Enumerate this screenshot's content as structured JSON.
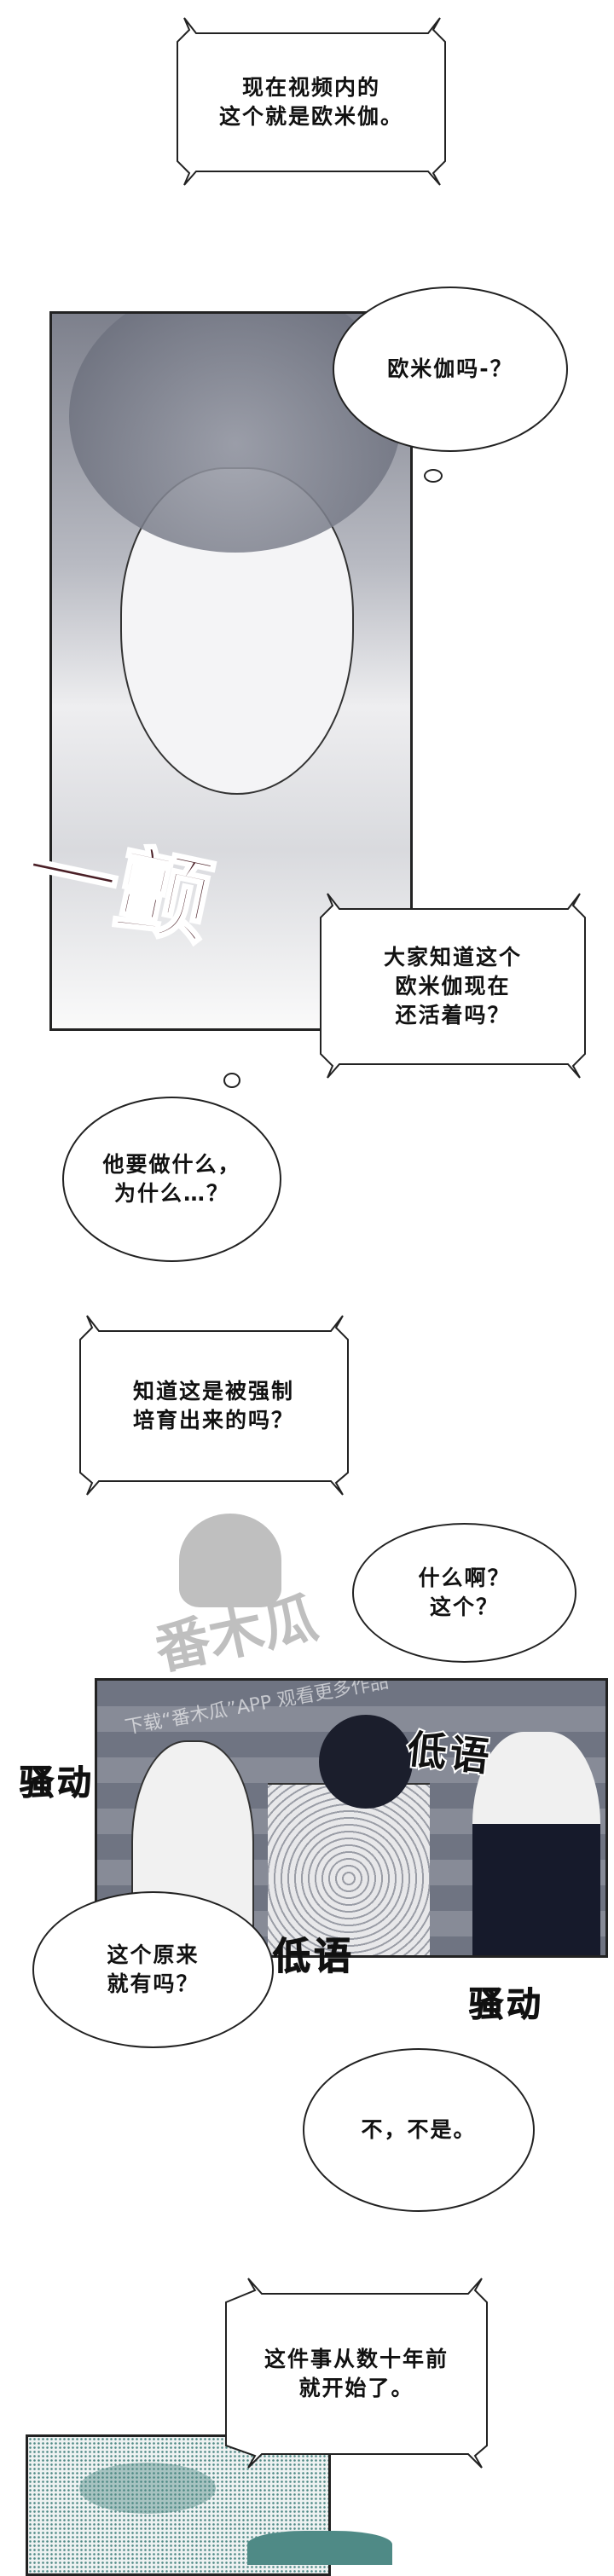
{
  "captions": [
    {
      "lines": [
        "现在视频内的",
        "这个就是欧米伽。"
      ]
    },
    {
      "lines": [
        "大家知道这个",
        "欧米伽现在",
        "还活着吗？"
      ]
    },
    {
      "lines": [
        "知道这是被强制",
        "培育出来的吗？"
      ]
    },
    {
      "lines": [
        "这件事从数十年前",
        "就开始了。"
      ]
    }
  ],
  "bubbles": [
    {
      "lines": [
        "欧米伽吗-？"
      ]
    },
    {
      "lines": [
        "他要做什么，",
        "为什么…？"
      ]
    },
    {
      "lines": [
        "什么啊？",
        "这个？"
      ]
    },
    {
      "lines": [
        "这个原来",
        "就有吗？"
      ]
    },
    {
      "lines": [
        "不，不是。"
      ]
    }
  ],
  "sfx": {
    "shudder": "一颤",
    "commotion": "骚动",
    "whisper": "低语"
  },
  "watermark": {
    "text": "番木瓜",
    "subtext": "下载“番木瓜”APP 观看更多作品"
  },
  "colors": {
    "sfx_red": "#4a1f26",
    "panel_gray": "#6f7482",
    "halftone_teal": "#4f8a86"
  }
}
